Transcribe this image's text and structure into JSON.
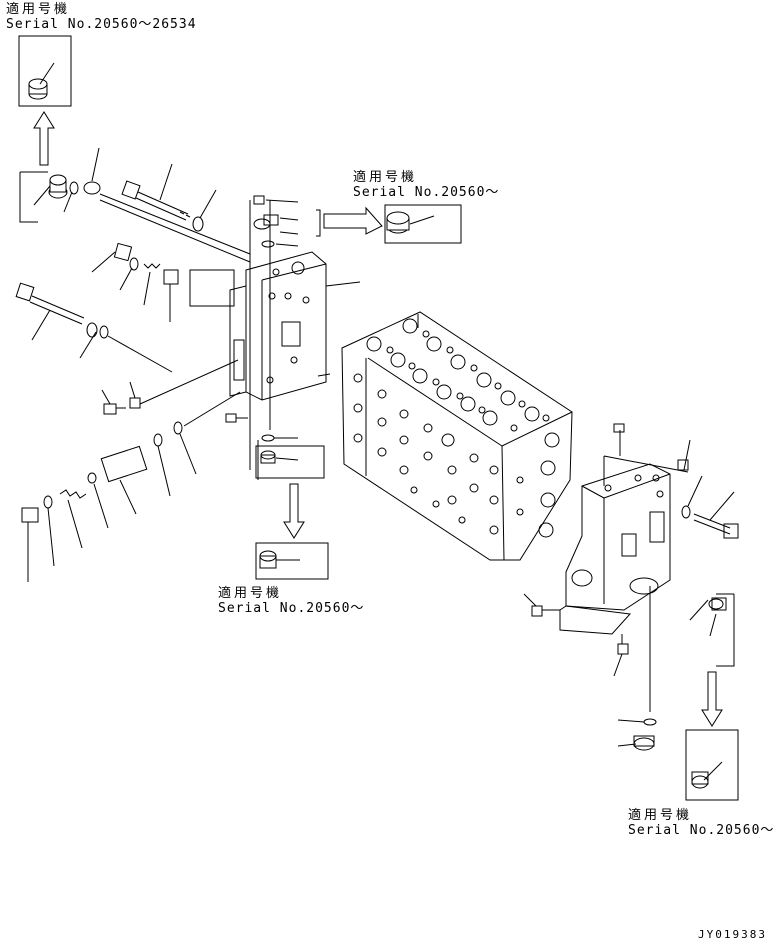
{
  "callouts": [
    {
      "applicable": "適用号機",
      "serial": "Serial No.20560～26534"
    },
    {
      "applicable": "適用号機",
      "serial": "Serial No.20560～"
    },
    {
      "applicable": "適用号機",
      "serial": "Serial No.20560～"
    },
    {
      "applicable": "適用号機",
      "serial": "Serial No.20560～"
    }
  ],
  "drawing_code": "JY019383"
}
